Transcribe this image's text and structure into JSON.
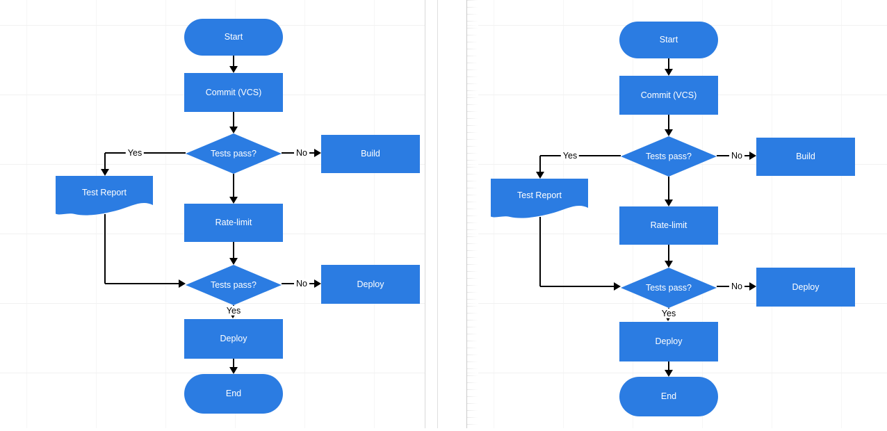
{
  "flowchart": {
    "nodes": {
      "start": {
        "label": "Start",
        "shape": "terminator"
      },
      "commit": {
        "label": "Commit (VCS)",
        "shape": "process"
      },
      "tests1": {
        "label": "Tests pass?",
        "shape": "decision"
      },
      "build": {
        "label": "Build",
        "shape": "process"
      },
      "test_report": {
        "label": "Test Report",
        "shape": "document"
      },
      "rate_limit": {
        "label": "Rate-limit",
        "shape": "process"
      },
      "tests2": {
        "label": "Tests pass?",
        "shape": "decision"
      },
      "deploy_branch": {
        "label": "Deploy",
        "shape": "process"
      },
      "deploy_main": {
        "label": "Deploy",
        "shape": "process"
      },
      "end": {
        "label": "End",
        "shape": "terminator"
      }
    },
    "edge_labels": {
      "tests1_yes": "Yes",
      "tests1_no": "No",
      "tests2_no": "No",
      "tests2_yes": "Yes"
    }
  },
  "panels": [
    {
      "id": "left"
    },
    {
      "id": "right"
    }
  ],
  "colors": {
    "node_fill": "#2b7ce2",
    "node_text": "#ffffff",
    "edge_line": "#000000",
    "edge_label_text": "#000000",
    "canvas_bg": "#ffffff",
    "grid_line": "#f1f1f1",
    "panel_border": "#d9d9d9"
  }
}
